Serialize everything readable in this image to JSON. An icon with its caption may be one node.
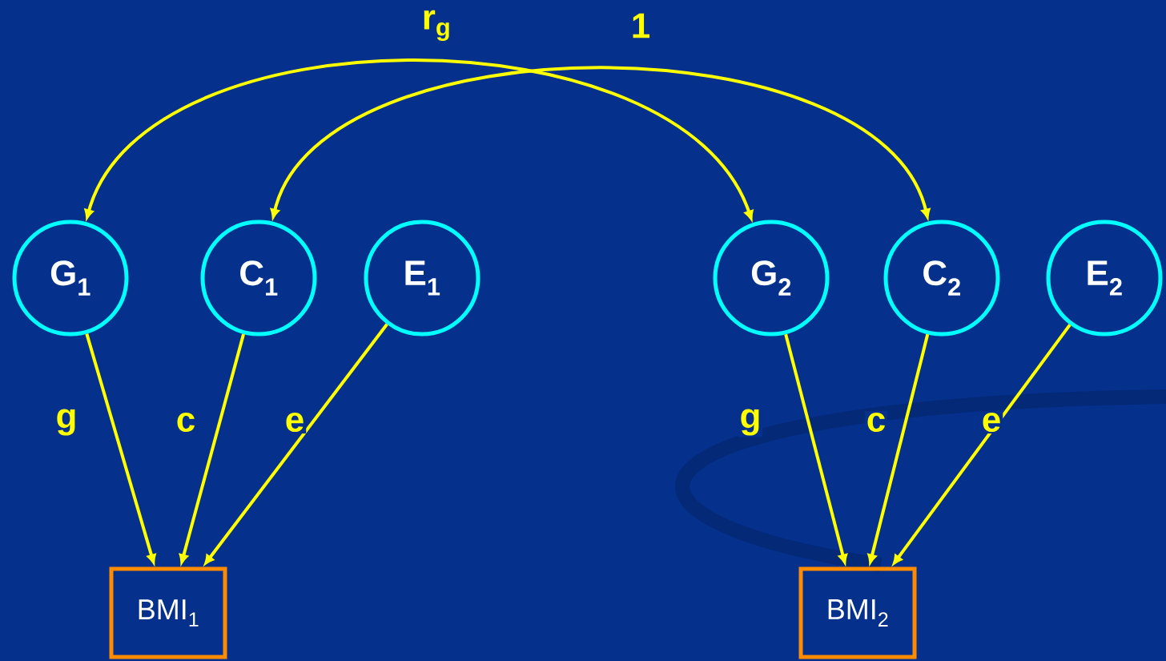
{
  "diagram": {
    "nodes": [
      {
        "text": [
          "G$_{1}$"
        ]
      },
      {
        "text": [
          "C$_{1}$"
        ]
      },
      {
        "text": [
          "E$_{1}$"
        ]
      },
      {
        "text": [
          "G$_{2}$"
        ]
      },
      {
        "text": [
          "C$_{2}$"
        ]
      },
      {
        "text": [
          "E$_{2}$"
        ]
      },
      {
        "text": [
          "BMI$_{1}$"
        ]
      },
      {
        "text": [
          "BMI$_{2}$"
        ]
      }
    ],
    "edges": [
      {
        "from": 0,
        "to": 3,
        "arrow": "both",
        "label": "r$_{g}$"
      },
      {
        "from": 1,
        "to": 4,
        "arrow": "both",
        "label": "1"
      },
      {
        "from": 0,
        "to": 6,
        "arrow": "to",
        "label": "g"
      },
      {
        "from": 1,
        "to": 6,
        "arrow": "to",
        "label": "c"
      },
      {
        "from": 2,
        "to": 6,
        "arrow": "to",
        "label": "e"
      },
      {
        "from": 3,
        "to": 7,
        "arrow": "to",
        "label": "g"
      },
      {
        "from": 4,
        "to": 7,
        "arrow": "to",
        "label": "c"
      },
      {
        "from": 5,
        "to": 7,
        "arrow": "to",
        "label": "e"
      }
    ]
  }
}
